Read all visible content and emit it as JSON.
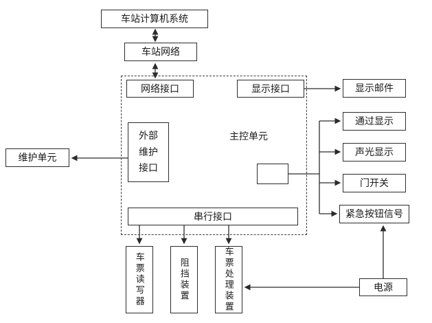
{
  "nodes": {
    "station_computer": "车站计算机系统",
    "station_network": "车站网络",
    "network_interface": "网络接口",
    "display_interface": "显示接口",
    "display_mail": "显示邮件",
    "main_control_unit": "主控单元",
    "external_maintenance_interface": "外部维护接口",
    "maintenance_unit": "维护单元",
    "pass_display": "通过显示",
    "sound_light_display": "声光显示",
    "door_switch": "门开关",
    "emergency_button_signal": "紧急按钮信号",
    "serial_interface": "串行接口",
    "ticket_reader_writer": "车票读写器",
    "blocking_device": "阻挡装置",
    "ticket_processing_device": "车票处理装置",
    "power_supply": "电源"
  },
  "edges": [
    {
      "from": "车站计算机系统",
      "to": "车站网络",
      "type": "bidirectional"
    },
    {
      "from": "车站网络",
      "to": "网络接口",
      "type": "bidirectional"
    },
    {
      "from": "显示接口",
      "to": "显示邮件",
      "type": "arrow"
    },
    {
      "from": "外部维护接口",
      "to": "维护单元",
      "type": "arrow"
    },
    {
      "from": "主控单元",
      "to": "通过显示",
      "type": "arrow"
    },
    {
      "from": "主控单元",
      "to": "声光显示",
      "type": "arrow"
    },
    {
      "from": "主控单元",
      "to": "门开关",
      "type": "arrow"
    },
    {
      "from": "主控单元",
      "to": "紧急按钮信号",
      "type": "arrow"
    },
    {
      "from": "串行接口",
      "to": "车票读写器",
      "type": "arrow"
    },
    {
      "from": "串行接口",
      "to": "阻挡装置",
      "type": "arrow"
    },
    {
      "from": "串行接口",
      "to": "车票处理装置",
      "type": "arrow"
    },
    {
      "from": "电源",
      "to": "车票处理装置",
      "type": "arrow"
    },
    {
      "from": "电源",
      "to": "紧急按钮信号",
      "type": "arrow"
    }
  ],
  "colors": {
    "line": "#2b2b2b",
    "background": "#ffffff",
    "text": "#1a1a1a"
  }
}
